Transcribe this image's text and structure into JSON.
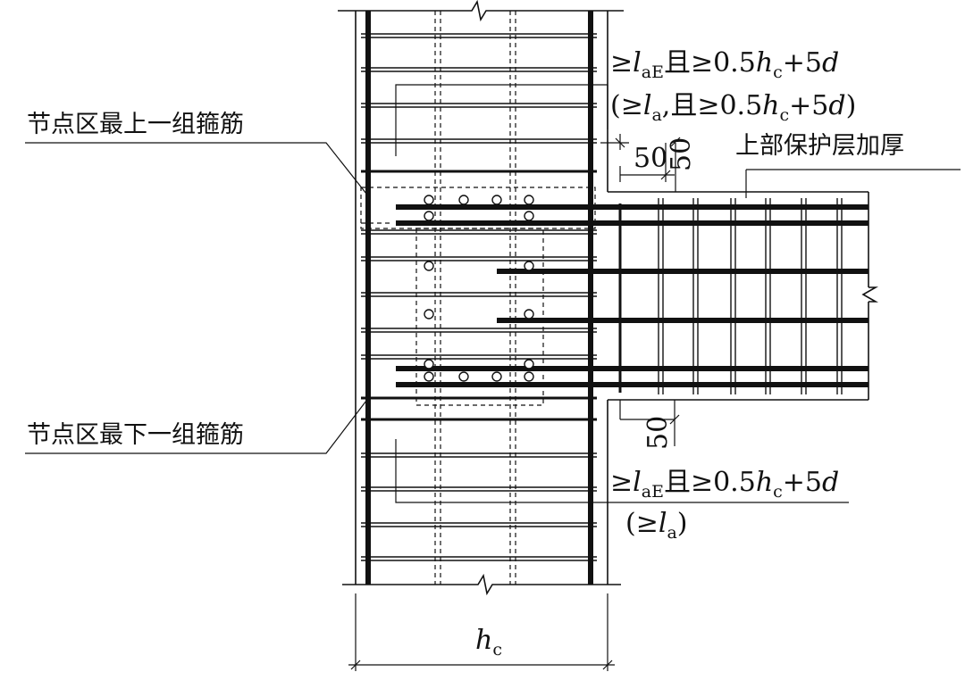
{
  "labels": {
    "top_stirrup": "节点区最上一组箍筋",
    "bottom_stirrup": "节点区最下一组箍筋",
    "cover": "上部保护层加厚",
    "dim_50_a": "50",
    "dim_50_b": "50",
    "dim_50_c": "50",
    "hc_main": "h",
    "hc_sub": "c"
  },
  "anchor_top": {
    "ge1": "≥",
    "l": "l",
    "l_sub": "aE",
    "mid": "且≥0.5",
    "h": "h",
    "h_sub": "c",
    "tail": "+5",
    "d": "d"
  },
  "anchor_top_alt": {
    "open": "(≥",
    "l": "l",
    "l_sub": "a",
    "mid": ",且≥0.5",
    "h": "h",
    "h_sub": "c",
    "tail": "+5",
    "d": "d",
    "close": ")"
  },
  "anchor_bottom": {
    "ge1": "≥",
    "l": "l",
    "l_sub": "aE",
    "mid": "且≥0.5",
    "h": "h",
    "h_sub": "c",
    "tail": "+5",
    "d": "d"
  },
  "anchor_bottom_alt": {
    "open": "(≥",
    "l": "l",
    "l_sub": "a",
    "close": ")"
  }
}
